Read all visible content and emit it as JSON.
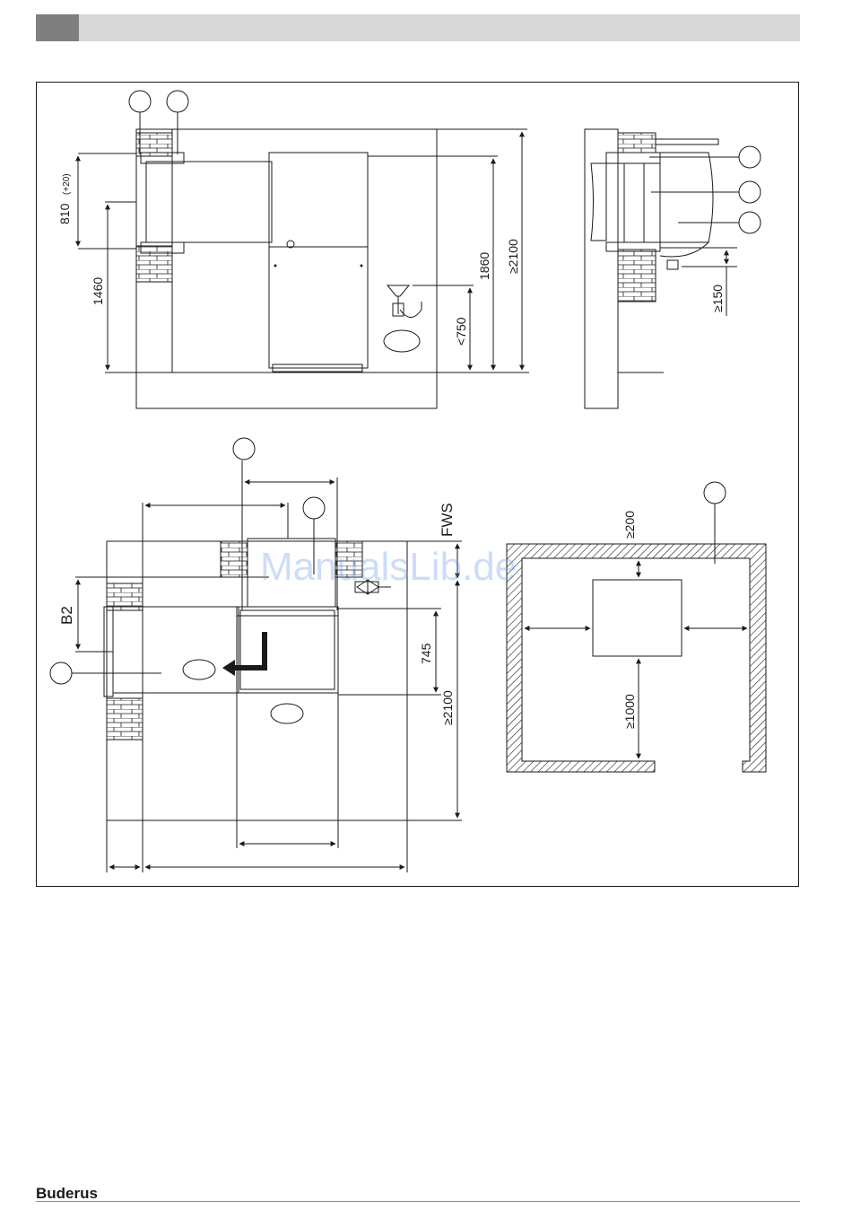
{
  "footer": {
    "brand": "Buderus"
  },
  "watermark": "ManualsLib.de",
  "side_view": {
    "dim_810": "810",
    "dim_810_tol": "(+20)",
    "dim_1460": "1460",
    "dim_750": "<750",
    "dim_1860": "1860",
    "dim_2100": "≥2100"
  },
  "detail_view": {
    "dim_150": "≥150"
  },
  "top_view": {
    "fws": "FWS",
    "b2": "B2",
    "dim_745": "745",
    "dim_2100": "≥2100"
  },
  "clearance_view": {
    "dim_200": "≥200",
    "dim_1000": "≥1000"
  },
  "colors": {
    "line": "#1a1a1a",
    "header_bar": "#d8d8d8",
    "header_block": "#7f7f7f",
    "watermark": "#6f9ee8"
  }
}
